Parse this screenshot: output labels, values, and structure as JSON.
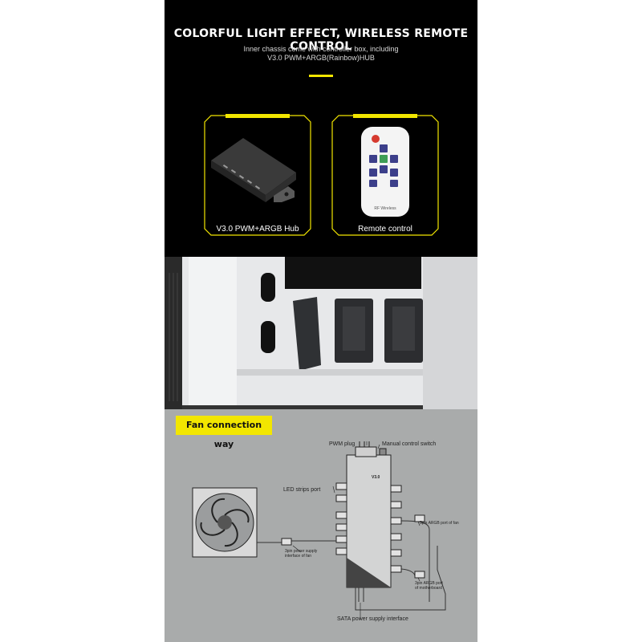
{
  "header": {
    "title": "COLORFUL LIGHT EFFECT, WIRELESS REMOTE CONTROL",
    "subtitle_line1": "Inner chassis come with controller box, including",
    "subtitle_line2": "V3.0 PWM+ARGB(Rainbow)HUB"
  },
  "cards": [
    {
      "label": "V3.0 PWM+ARGB Hub"
    },
    {
      "label": "Remote control"
    }
  ],
  "remote": {
    "brand": "RF Wireless"
  },
  "diagram": {
    "title": "Fan connection way",
    "hub_version": "V3.0",
    "labels": {
      "pwm_plug": "PWM plug",
      "manual_switch": "Manual control switch",
      "led_strips": "LED strips port",
      "argb_fan": "3pin ARGB port of fan",
      "power_fan_line1": "3pin power supply",
      "power_fan_line2": "interface of fan",
      "argb_mb_line1": "3pin ARGB port",
      "argb_mb_line2": "of motherboard",
      "sata": "SATA power supply interface"
    }
  },
  "colors": {
    "accent": "#f2e600",
    "diagram_bg": "#a9abab"
  }
}
